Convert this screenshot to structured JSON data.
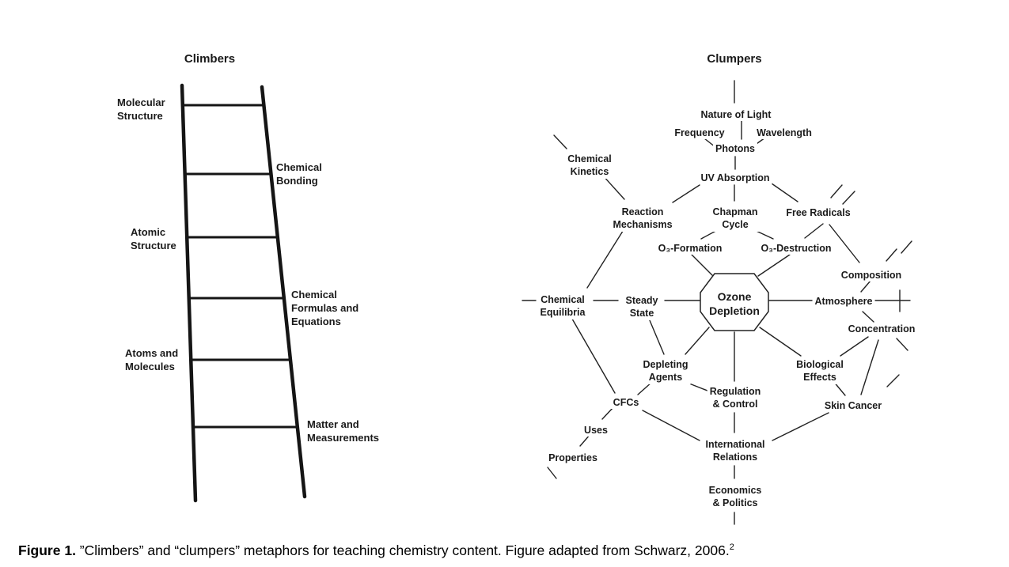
{
  "figure": {
    "climbers": {
      "title": "Climbers",
      "rungs": [
        {
          "label": "Molecular\nStructure"
        },
        {
          "label": "Chemical\nBonding"
        },
        {
          "label": "Atomic\nStructure"
        },
        {
          "label": "Chemical\nFormulas and\nEquations"
        },
        {
          "label": "Atoms and\nMolecules"
        },
        {
          "label": "Matter and\nMeasurements"
        }
      ]
    },
    "clumpers": {
      "title": "Clumpers",
      "center": "Ozone\nDepletion",
      "nodes": {
        "nature_of_light": "Nature of Light",
        "frequency": "Frequency",
        "wavelength": "Wavelength",
        "photons": "Photons",
        "uv_absorption": "UV Absorption",
        "chemical_kinetics": "Chemical\nKinetics",
        "reaction_mechanisms": "Reaction\nMechanisms",
        "chapman_cycle": "Chapman\nCycle",
        "free_radicals": "Free Radicals",
        "o3_formation": "O₃-Formation",
        "o3_destruction": "O₃-Destruction",
        "composition": "Composition",
        "chemical_equilibria": "Chemical\nEquilibria",
        "steady_state": "Steady\nState",
        "atmosphere": "Atmosphere",
        "concentration": "Concentration",
        "depleting_agents": "Depleting\nAgents",
        "biological_effects": "Biological\nEffects",
        "regulation_control": "Regulation\n& Control",
        "cfcs": "CFCs",
        "skin_cancer": "Skin Cancer",
        "uses": "Uses",
        "international_relations": "International\nRelations",
        "properties": "Properties",
        "economics_politics": "Economics\n& Politics"
      }
    },
    "caption": {
      "label": "Figure 1.",
      "text": " ”Climbers” and “clumpers” metaphors for teaching chemistry content. Figure adapted from Schwarz, 2006.",
      "sup": "2"
    }
  }
}
